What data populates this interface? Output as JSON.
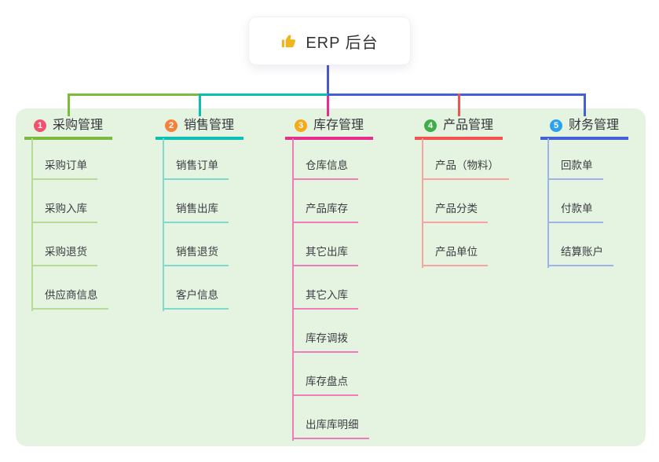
{
  "root": {
    "icon": "thumbs-up",
    "label": "ERP 后台"
  },
  "panel_bg": "#e5f4e1",
  "connector_root_color": "#4a5ac2",
  "branches": [
    {
      "badge": "1",
      "title": "采购管理",
      "color": "#7cb93e",
      "light_color": "#b5db97",
      "badge_color": "#f25270",
      "items": [
        "采购订单",
        "采购入库",
        "采购退货",
        "供应商信息"
      ]
    },
    {
      "badge": "2",
      "title": "销售管理",
      "color": "#0bbfb2",
      "light_color": "#7fd9cf",
      "badge_color": "#f5823a",
      "items": [
        "销售订单",
        "销售出库",
        "销售退货",
        "客户信息"
      ]
    },
    {
      "badge": "3",
      "title": "库存管理",
      "color": "#e52e8d",
      "light_color": "#f07cba",
      "badge_color": "#f7a81b",
      "items": [
        "仓库信息",
        "产品库存",
        "其它出库",
        "其它入库",
        "库存调拨",
        "库存盘点",
        "出库库明细"
      ]
    },
    {
      "badge": "4",
      "title": "产品管理",
      "color": "#f4524e",
      "light_color": "#f8a39f",
      "badge_color": "#41ae49",
      "items": [
        "产品（物料）",
        "产品分类",
        "产品单位"
      ]
    },
    {
      "badge": "5",
      "title": "财务管理",
      "color": "#4360d8",
      "light_color": "#9fb3eb",
      "badge_color": "#2ba2ee",
      "items": [
        "回款单",
        "付款单",
        "结算账户"
      ]
    }
  ]
}
